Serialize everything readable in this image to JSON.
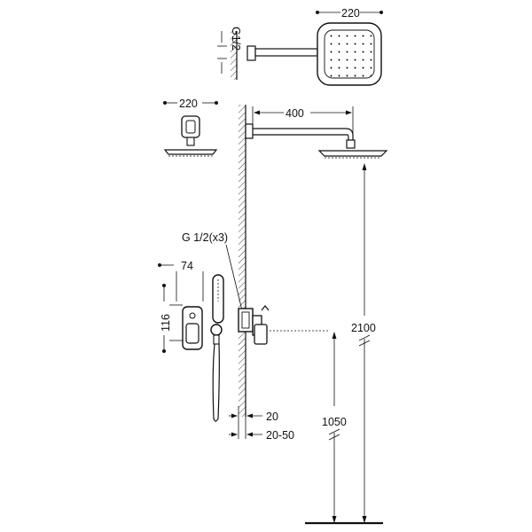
{
  "dimensions": {
    "thread_top": "G1/2",
    "head_width_top": "220",
    "head_width_left": "220",
    "arm_length": "400",
    "thread_inlets": "G 1/2(x3)",
    "valve_width": "74",
    "valve_height": "116",
    "wall_depth": "20",
    "wall_depth_range": "20-50",
    "height_total": "2100",
    "height_valve": "1050"
  }
}
